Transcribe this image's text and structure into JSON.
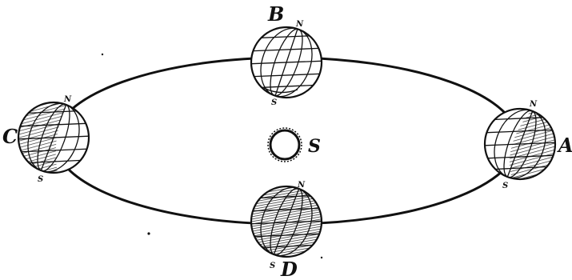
{
  "colors": {
    "ink": "#111111",
    "background": "#ffffff"
  },
  "labels": {
    "sun": "S",
    "earth_a": "A",
    "earth_b": "B",
    "earth_c": "C",
    "earth_d": "D",
    "north": "N",
    "south": "S"
  }
}
